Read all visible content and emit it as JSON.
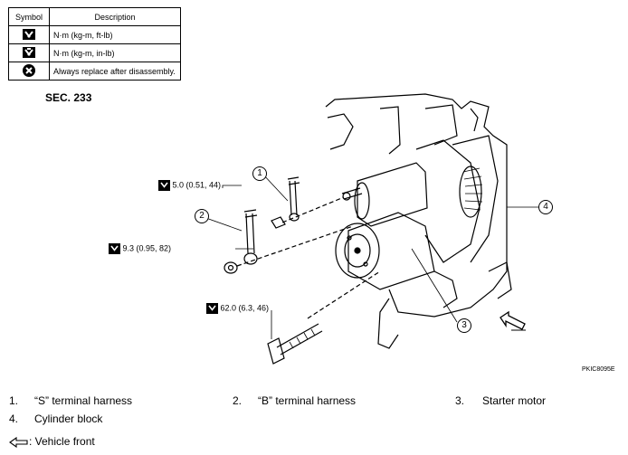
{
  "legend_table": {
    "headers": [
      "Symbol",
      "Description"
    ],
    "rows": [
      {
        "icon": "torque-wrench-icon",
        "description": "N·m (kg-m, ft-lb)"
      },
      {
        "icon": "torque-wrench-inlb-icon",
        "description": "N·m (kg-m, in-lb)"
      },
      {
        "icon": "always-replace-icon",
        "description": "Always replace after disassembly."
      }
    ]
  },
  "section": "SEC. 233",
  "torque_values": {
    "t1": "5.0 (0.51, 44)",
    "t2": "9.3 (0.95, 82)",
    "t3": "62.0 (6.3, 46)"
  },
  "callouts": [
    "1",
    "2",
    "3",
    "4"
  ],
  "image_code": "PKIC8095E",
  "parts": [
    {
      "num": "1.",
      "name": "“S” terminal harness"
    },
    {
      "num": "2.",
      "name": "“B” terminal harness"
    },
    {
      "num": "3.",
      "name": "Starter motor"
    },
    {
      "num": "4.",
      "name": "Cylinder block"
    }
  ],
  "vehicle_front_label": ": Vehicle front"
}
